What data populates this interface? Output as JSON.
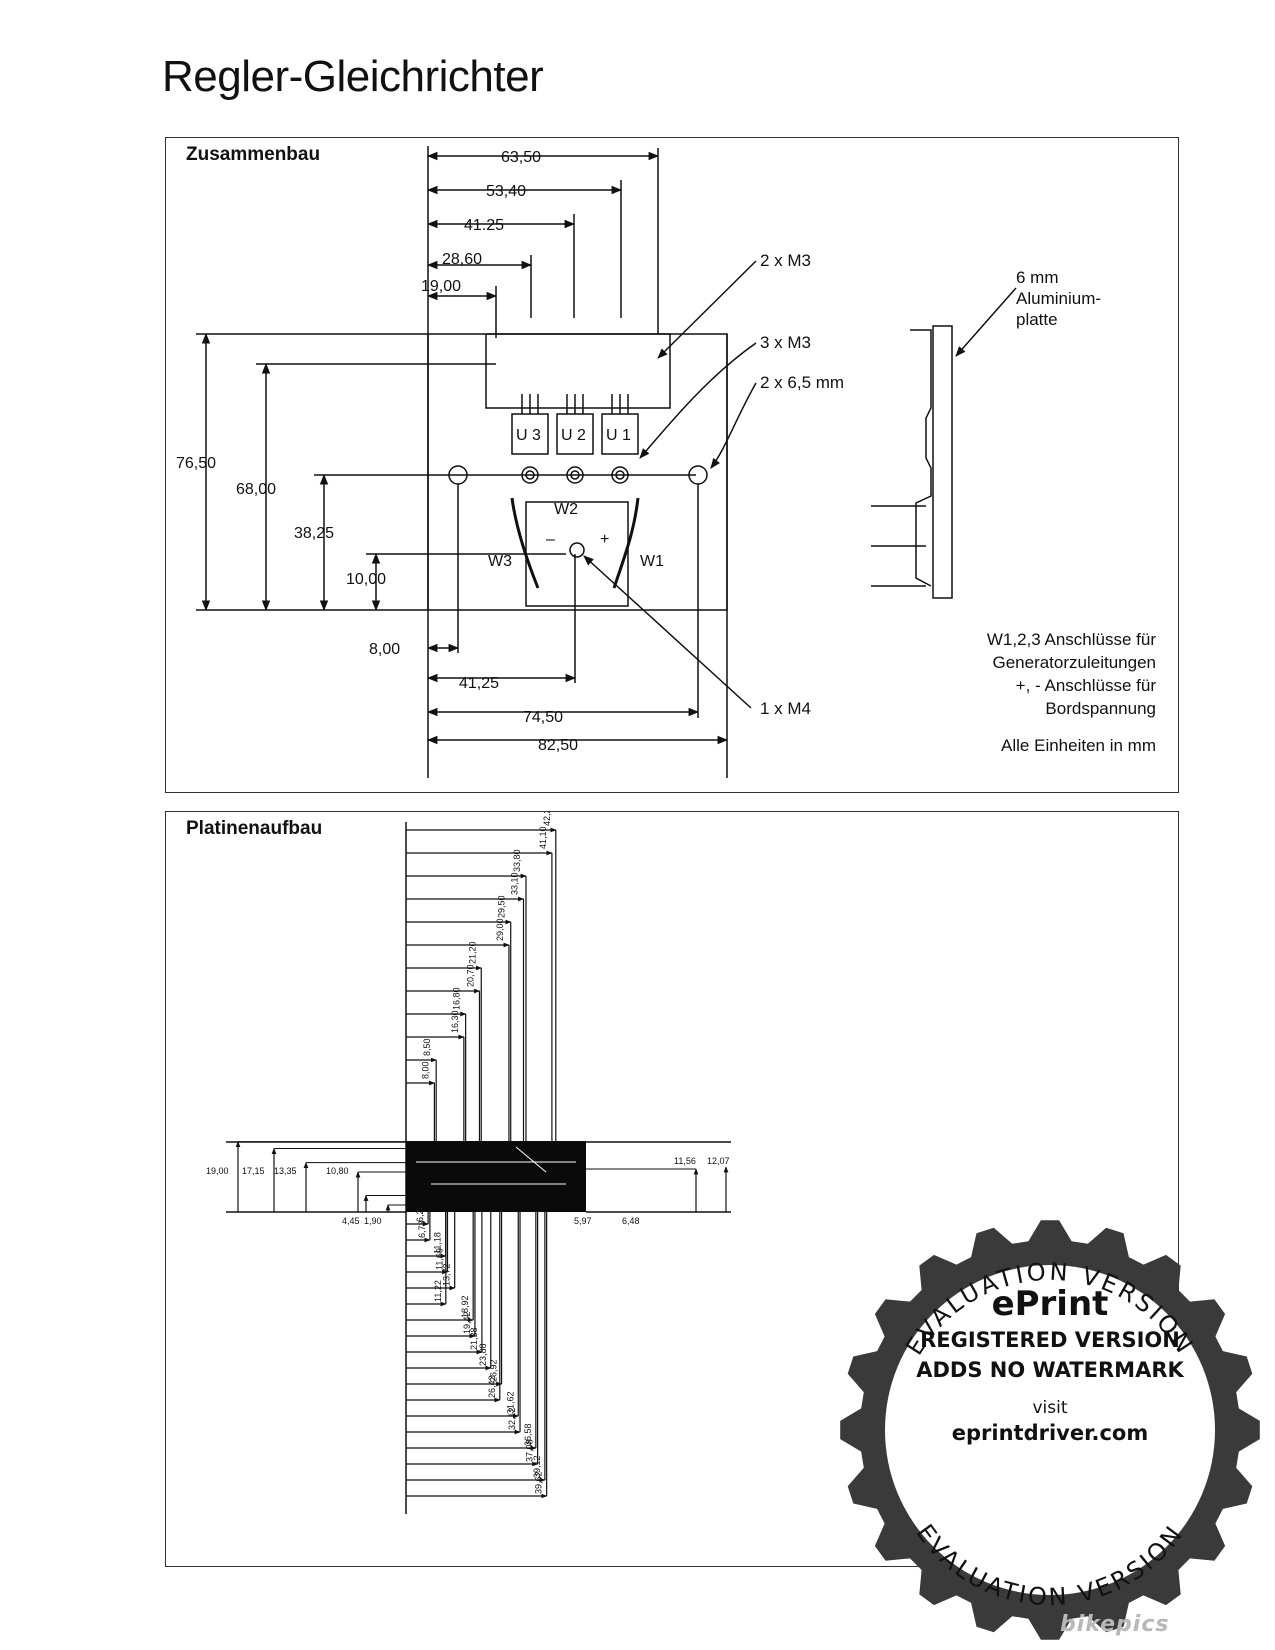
{
  "page_title": "Regler-Gleichrichter",
  "assembly": {
    "title": "Zusammenbau",
    "dims_top": [
      "63,50",
      "53,40",
      "41.25",
      "28,60",
      "19,00"
    ],
    "dims_left": [
      "76,50",
      "68,00",
      "38,25",
      "10,00"
    ],
    "dims_bottom": [
      "8,00",
      "41,25",
      "74,50",
      "82,50"
    ],
    "callouts": [
      "2 x M3",
      "3 x M3",
      "2 x 6,5 mm",
      "1 x M4"
    ],
    "side_label": [
      "6 mm",
      "Aluminium-",
      "platte"
    ],
    "units": [
      "U 3",
      "U 2",
      "U 1"
    ],
    "terminals": [
      "W1",
      "W2",
      "W3",
      "+",
      "–"
    ],
    "notes": [
      "W1,2,3 Anschlüsse für",
      "Generatorzuleitungen",
      "+, - Anschlüsse für",
      "Bordspannung"
    ],
    "units_note": "Alle Einheiten in mm"
  },
  "pcb": {
    "title": "Platinenaufbau",
    "top_dims": [
      "42,20",
      "41,10",
      "33,80",
      "33,10",
      "29,50",
      "29,00",
      "21,20",
      "20,70",
      "16,80",
      "16,30",
      "8,50",
      "8,00"
    ],
    "left_dims": [
      "19,00",
      "17,15",
      "13,35",
      "10,80",
      "4,45",
      "1,90"
    ],
    "right_dims": [
      "11,56",
      "12,07",
      "5,97",
      "6,48"
    ],
    "bottom_dims": [
      "6,22",
      "6,73",
      "11,18",
      "11,69",
      "13,72",
      "11,22",
      "18,92",
      "19,42",
      "21,38",
      "23,88",
      "26,92",
      "26,42",
      "31,62",
      "32,12",
      "36,58",
      "37,08",
      "39,12",
      "39,62"
    ]
  },
  "watermark": {
    "ring_text": "EVALUATION VERSION",
    "brand": "ePrint",
    "line1": "REGISTERED VERSION",
    "line2": "ADDS NO WATERMARK",
    "visit": "visit",
    "url": "eprintdriver.com"
  },
  "logo": "bikepics"
}
